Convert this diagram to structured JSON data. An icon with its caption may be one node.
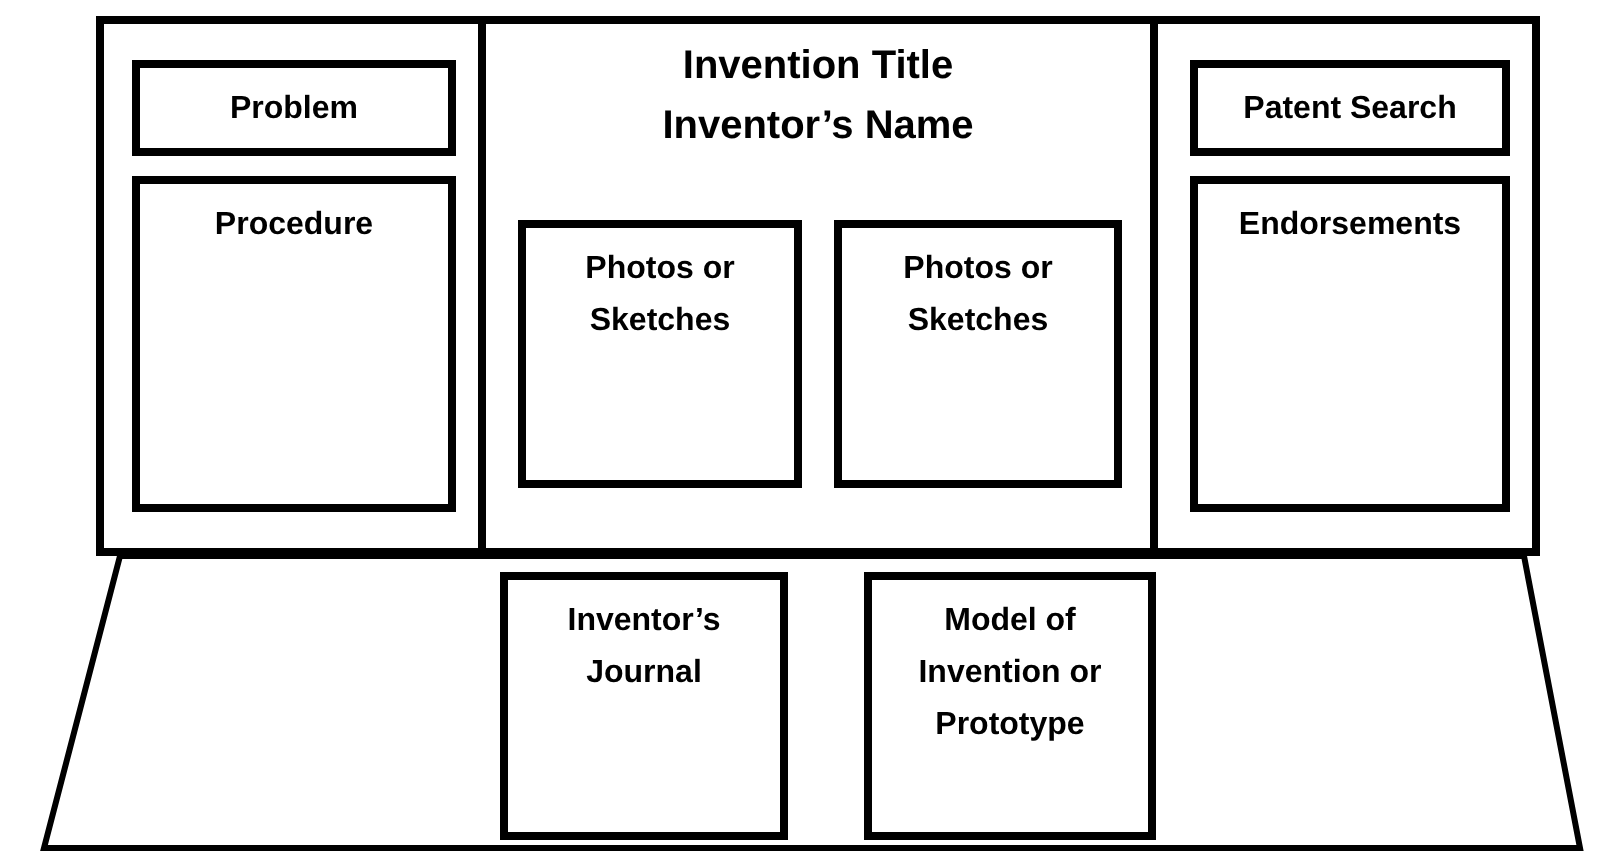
{
  "diagram": {
    "nodes": [
      {
        "text": [],
        "shape": "box"
      },
      {
        "text": [
          "Problem"
        ],
        "in": 0
      },
      {
        "text": [
          "Procedure"
        ],
        "in": 0
      },
      {
        "text": [
          "Invention Title",
          "Inventor’s Name"
        ]
      },
      {
        "text": [
          "Photos or Sketches"
        ],
        "in": 3
      },
      {
        "text": [
          "Photos or Sketches"
        ],
        "in": 3
      },
      {
        "text": [],
        "shape": "box"
      },
      {
        "text": [
          "Patent Search"
        ],
        "in": 6
      },
      {
        "text": [
          "Endorsements"
        ],
        "in": 6
      },
      {
        "text": [],
        "shape": "trapezoid"
      },
      {
        "text": [
          "Inventor’s Journal"
        ],
        "in": 9
      },
      {
        "text": [
          "Model of Invention or Prototype"
        ],
        "in": 9
      }
    ]
  }
}
